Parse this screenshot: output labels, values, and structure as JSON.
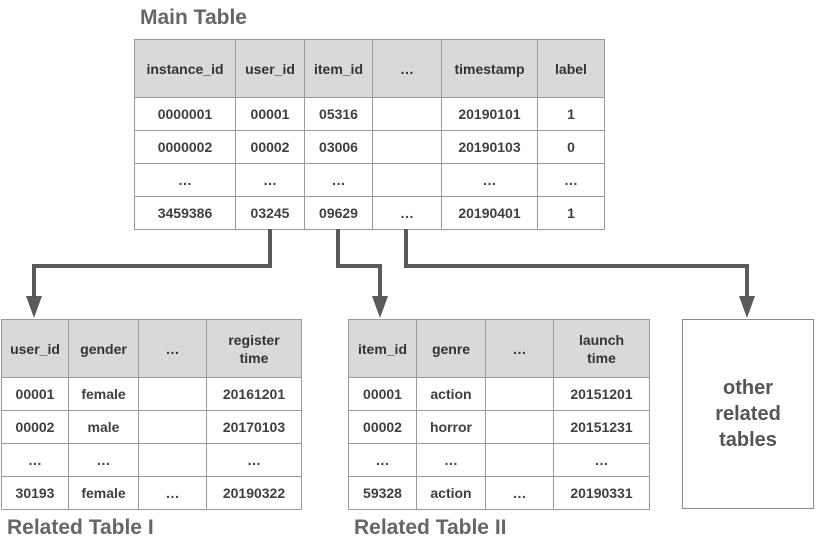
{
  "main": {
    "title": "Main Table",
    "header": [
      "instance_id",
      "user_id",
      "item_id",
      "…",
      "timestamp",
      "label"
    ],
    "rows": [
      [
        "0000001",
        "00001",
        "05316",
        "",
        "20190101",
        "1"
      ],
      [
        "0000002",
        "00002",
        "03006",
        "",
        "20190103",
        "0"
      ],
      [
        "…",
        "…",
        "…",
        "",
        "…",
        "…"
      ],
      [
        "3459386",
        "03245",
        "09629",
        "…",
        "20190401",
        "1"
      ]
    ]
  },
  "related1": {
    "title": "Related Table I",
    "header": [
      "user_id",
      "gender",
      "…",
      "register time"
    ],
    "rows": [
      [
        "00001",
        "female",
        "",
        "20161201"
      ],
      [
        "00002",
        "male",
        "",
        "20170103"
      ],
      [
        "…",
        "…",
        "",
        "…"
      ],
      [
        "30193",
        "female",
        "…",
        "20190322"
      ]
    ]
  },
  "related2": {
    "title": "Related Table II",
    "header": [
      "item_id",
      "genre",
      "…",
      "launch time"
    ],
    "rows": [
      [
        "00001",
        "action",
        "",
        "20151201"
      ],
      [
        "00002",
        "horror",
        "",
        "20151231"
      ],
      [
        "…",
        "…",
        "",
        "…"
      ],
      [
        "59328",
        "action",
        "…",
        "20190331"
      ]
    ]
  },
  "other": {
    "label": "other related tables"
  },
  "colors": {
    "header_fill": "#d9d9d9",
    "border": "#9a9a9a",
    "arrow": "#5a5a5a",
    "title": "#666666"
  }
}
